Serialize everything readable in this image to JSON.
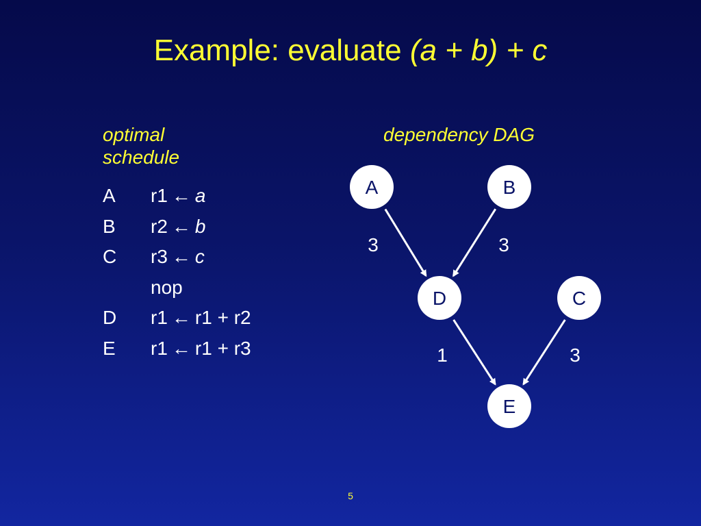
{
  "title": {
    "prefix": "Example: evaluate ",
    "expression": "(a + b) + c"
  },
  "schedule": {
    "heading_line1": "optimal",
    "heading_line2": "schedule",
    "arrow": "←",
    "rows": [
      {
        "id": "A",
        "dest": "r1",
        "rhs": "a",
        "rhs_italic": true
      },
      {
        "id": "B",
        "dest": "r2",
        "rhs": "b",
        "rhs_italic": true
      },
      {
        "id": "C",
        "dest": "r3",
        "rhs": "c",
        "rhs_italic": true
      },
      {
        "id": "",
        "dest": "nop",
        "rhs": "",
        "rhs_italic": false
      },
      {
        "id": "D",
        "dest": "r1",
        "rhs": "r1 + r2",
        "rhs_italic": false
      },
      {
        "id": "E",
        "dest": "r1",
        "rhs": "r1 + r3",
        "rhs_italic": false
      }
    ]
  },
  "dag": {
    "heading": "dependency DAG",
    "node_color": "#ffffff",
    "edge_color": "#ffffff",
    "nodes": [
      "A",
      "B",
      "C",
      "D",
      "E"
    ],
    "edges": [
      {
        "from": "A",
        "to": "D",
        "weight": "3"
      },
      {
        "from": "B",
        "to": "D",
        "weight": "3"
      },
      {
        "from": "D",
        "to": "E",
        "weight": "1"
      },
      {
        "from": "C",
        "to": "E",
        "weight": "3"
      }
    ]
  },
  "page_number": "5",
  "colors": {
    "title": "#ffff33",
    "text": "#ffffff",
    "background_top": "#050a4a",
    "background_bottom": "#1226a0"
  }
}
